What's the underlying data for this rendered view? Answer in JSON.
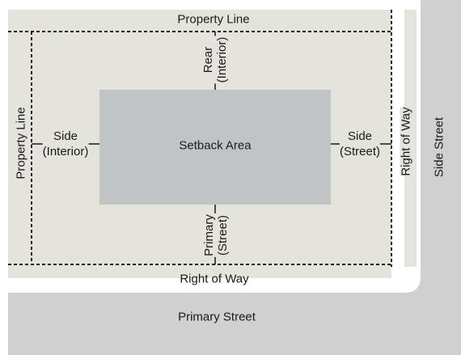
{
  "labels": {
    "property_line_top": "Property Line",
    "property_line_left": "Property Line",
    "rear_1": "Rear",
    "rear_2": "(Interior)",
    "side_interior_1": "Side",
    "side_interior_2": "(Interior)",
    "setback_area": "Setback Area",
    "side_street_1": "Side",
    "side_street_2": "(Street)",
    "right_of_way_right": "Right of Way",
    "side_street": "Side Street",
    "primary_1": "Primary",
    "primary_2": "(Street)",
    "right_of_way_bottom": "Right of Way",
    "primary_street": "Primary Street"
  },
  "colors": {
    "lot_fill": "#e4e4dd",
    "setback_fill": "#c1c4c5",
    "street_fill": "#d0d0d1",
    "line_color": "#1a1a1a",
    "background": "#ffffff"
  }
}
